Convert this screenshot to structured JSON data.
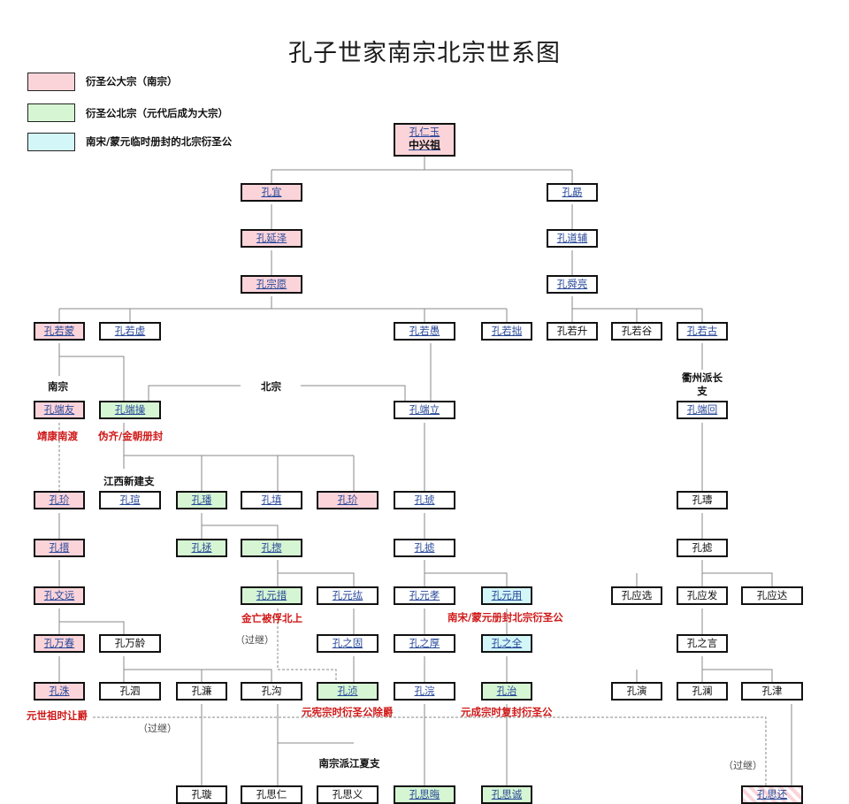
{
  "title": "孔子世家南宗北宗世系图",
  "colors": {
    "pink": "#fbd4da",
    "green": "#d6f6d3",
    "cyan": "#d3f7f9",
    "note_red": "#d01818",
    "link_blue": "#2a4a9a"
  },
  "legend": [
    {
      "color": "#fbd4da",
      "text": "衍圣公大宗（南宗）"
    },
    {
      "color": "#d6f6d3",
      "text": "衍圣公北宗（元代后成为大宗）"
    },
    {
      "color": "#d3f7f9",
      "text": "南宋/蒙元临时册封的北宗衍圣公"
    }
  ],
  "ancestor": {
    "name": "孔仁玉",
    "title": "中兴祖"
  },
  "persons": {
    "yi": "孔宜",
    "xu": "孔勗",
    "yanze": "孔延泽",
    "daofu": "孔道辅",
    "zongyuan": "孔宗愿",
    "shunliang": "孔舜亮",
    "ruomeng": "孔若蒙",
    "ruoxu": "孔若虚",
    "ruoyu": "孔若愚",
    "ruozhuo": "孔若拙",
    "ruosheng": "孔若升",
    "ruogu": "孔若谷",
    "ruogu2": "孔若古",
    "duanyou": "孔端友",
    "duancao": "孔端操",
    "duanli": "孔端立",
    "duanhui": "孔端回",
    "jie": "孔玠",
    "xuan": "孔瑄",
    "fan": "孔璠",
    "zhen": "孔填",
    "jie2": "孔玠",
    "hu": "孔琥",
    "shou": "孔璹",
    "jin": "孔搢",
    "zheng": "孔拯",
    "zong": "孔揔",
    "shi": "孔摅",
    "lu": "孔摅",
    "wenyuan": "孔文远",
    "yuancuo": "孔元措",
    "yuanhong": "孔元纮",
    "yuanxiao": "孔元孝",
    "yuanyong": "孔元用",
    "yingxuan": "孔应选",
    "yingfa": "孔应发",
    "yingda": "孔应达",
    "wanchun": "孔万春",
    "wanling": "孔万龄",
    "zhigu": "孔之固",
    "zhihou": "孔之厚",
    "zhiquan": "孔之全",
    "zhiyan": "孔之言",
    "zhu": "孔洙",
    "si": "孔泗",
    "lian": "孔濂",
    "gou": "孔沟",
    "zhen2": "孔浈",
    "yuan": "孔浣",
    "zhi": "孔治",
    "yan": "孔演",
    "lan": "孔澜",
    "jin2": "孔津",
    "r9a": "孔璇",
    "r9b": "孔思仁",
    "r9c": "孔思义",
    "r9d": "孔思晦",
    "r9e": "孔思诚",
    "r9f": "孔思还"
  },
  "labels": {
    "nanzong": "南宗",
    "beizong": "北宗",
    "qushou": "衢州派长支",
    "jiangxi": "江西新建支",
    "jiangxia": "南宗派江夏支"
  },
  "notes": {
    "jingkang": "靖康南渡",
    "weiqi": "伪齐/金朝册封",
    "jinwang": "金亡被俘北上",
    "nansong": "南宋/蒙元册封北宗衍圣公",
    "rangjue": "元世祖时让爵",
    "chujue": "元宪宗时衍圣公除爵",
    "fufeng": "元成宗时复封衍圣公"
  },
  "guoji": "（过继）"
}
